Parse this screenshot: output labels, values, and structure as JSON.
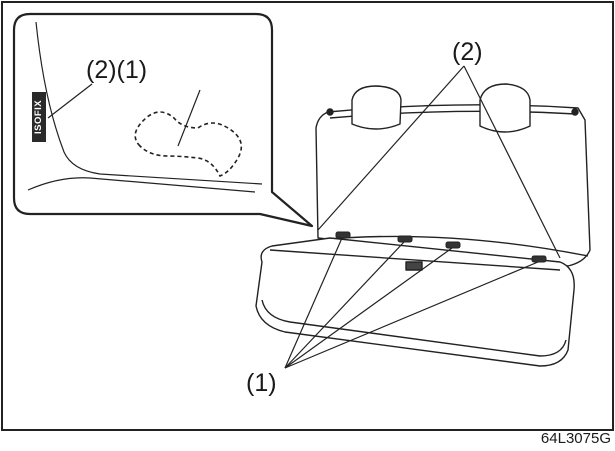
{
  "figure": {
    "inset_label": "(2)(1)",
    "top_label": "(2)",
    "bottom_label": "(1)",
    "isofix_tag": "ISOFIX",
    "figure_code": "64L3075G"
  }
}
